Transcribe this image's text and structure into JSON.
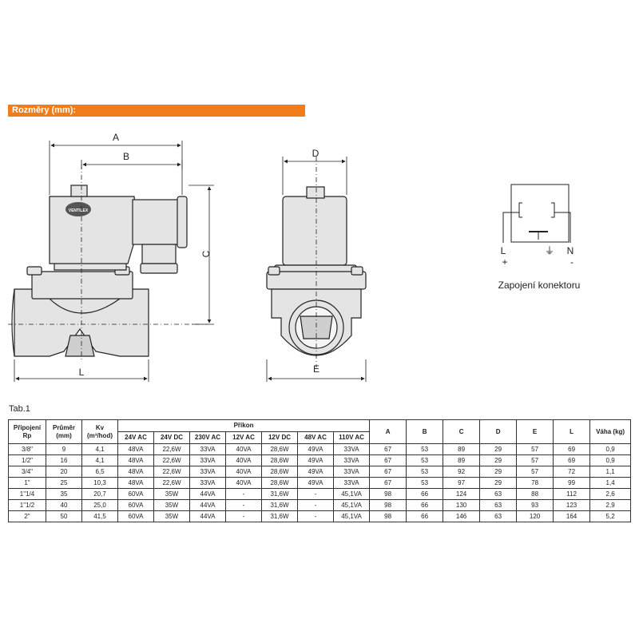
{
  "section_title": "Rozměry (mm):",
  "drawing": {
    "dim_a": "A",
    "dim_b": "B",
    "dim_c": "C",
    "dim_d": "D",
    "dim_e": "E",
    "dim_l": "L",
    "brand": "VENTILEX",
    "connector": {
      "label_l": "L",
      "label_n": "N",
      "plus": "+",
      "minus": "-",
      "ground": "⏚",
      "caption": "Zapojení konektoru"
    }
  },
  "table": {
    "label": "Tab.1",
    "headers": {
      "pripojeni": "Připojení Rp",
      "prumer": "Průměr (mm)",
      "kv": "Kv (m³/hod)",
      "prikon": "Příkon",
      "a": "A",
      "b": "B",
      "c": "C",
      "d": "D",
      "e": "E",
      "l": "L",
      "vaha": "Váha (kg)",
      "sub": [
        "24V AC",
        "24V DC",
        "230V AC",
        "12V AC",
        "12V DC",
        "48V AC",
        "110V AC"
      ]
    },
    "rows": [
      [
        "3/8\"",
        "9",
        "4,1",
        "48VA",
        "22,6W",
        "33VA",
        "40VA",
        "28,6W",
        "49VA",
        "33VA",
        "67",
        "53",
        "89",
        "29",
        "57",
        "69",
        "0,9"
      ],
      [
        "1/2\"",
        "16",
        "4,1",
        "48VA",
        "22,6W",
        "33VA",
        "40VA",
        "28,6W",
        "49VA",
        "33VA",
        "67",
        "53",
        "89",
        "29",
        "57",
        "69",
        "0,9"
      ],
      [
        "3/4\"",
        "20",
        "6,5",
        "48VA",
        "22,6W",
        "33VA",
        "40VA",
        "28,6W",
        "49VA",
        "33VA",
        "67",
        "53",
        "92",
        "29",
        "57",
        "72",
        "1,1"
      ],
      [
        "1\"",
        "25",
        "10,3",
        "48VA",
        "22,6W",
        "33VA",
        "40VA",
        "28,6W",
        "49VA",
        "33VA",
        "67",
        "53",
        "97",
        "29",
        "78",
        "99",
        "1,4"
      ],
      [
        "1\"1/4",
        "35",
        "20,7",
        "60VA",
        "35W",
        "44VA",
        "-",
        "31,6W",
        "-",
        "45,1VA",
        "98",
        "66",
        "124",
        "63",
        "88",
        "112",
        "2,6"
      ],
      [
        "1\"1/2",
        "40",
        "25,0",
        "60VA",
        "35W",
        "44VA",
        "-",
        "31,6W",
        "-",
        "45,1VA",
        "98",
        "66",
        "130",
        "63",
        "93",
        "123",
        "2,9"
      ],
      [
        "2\"",
        "50",
        "41,5",
        "60VA",
        "35W",
        "44VA",
        "-",
        "31,6W",
        "-",
        "45,1VA",
        "98",
        "66",
        "146",
        "63",
        "120",
        "164",
        "5,2"
      ]
    ]
  },
  "colors": {
    "accent": "#f07d1a",
    "body": "#e4e4e4",
    "line": "#222222"
  }
}
